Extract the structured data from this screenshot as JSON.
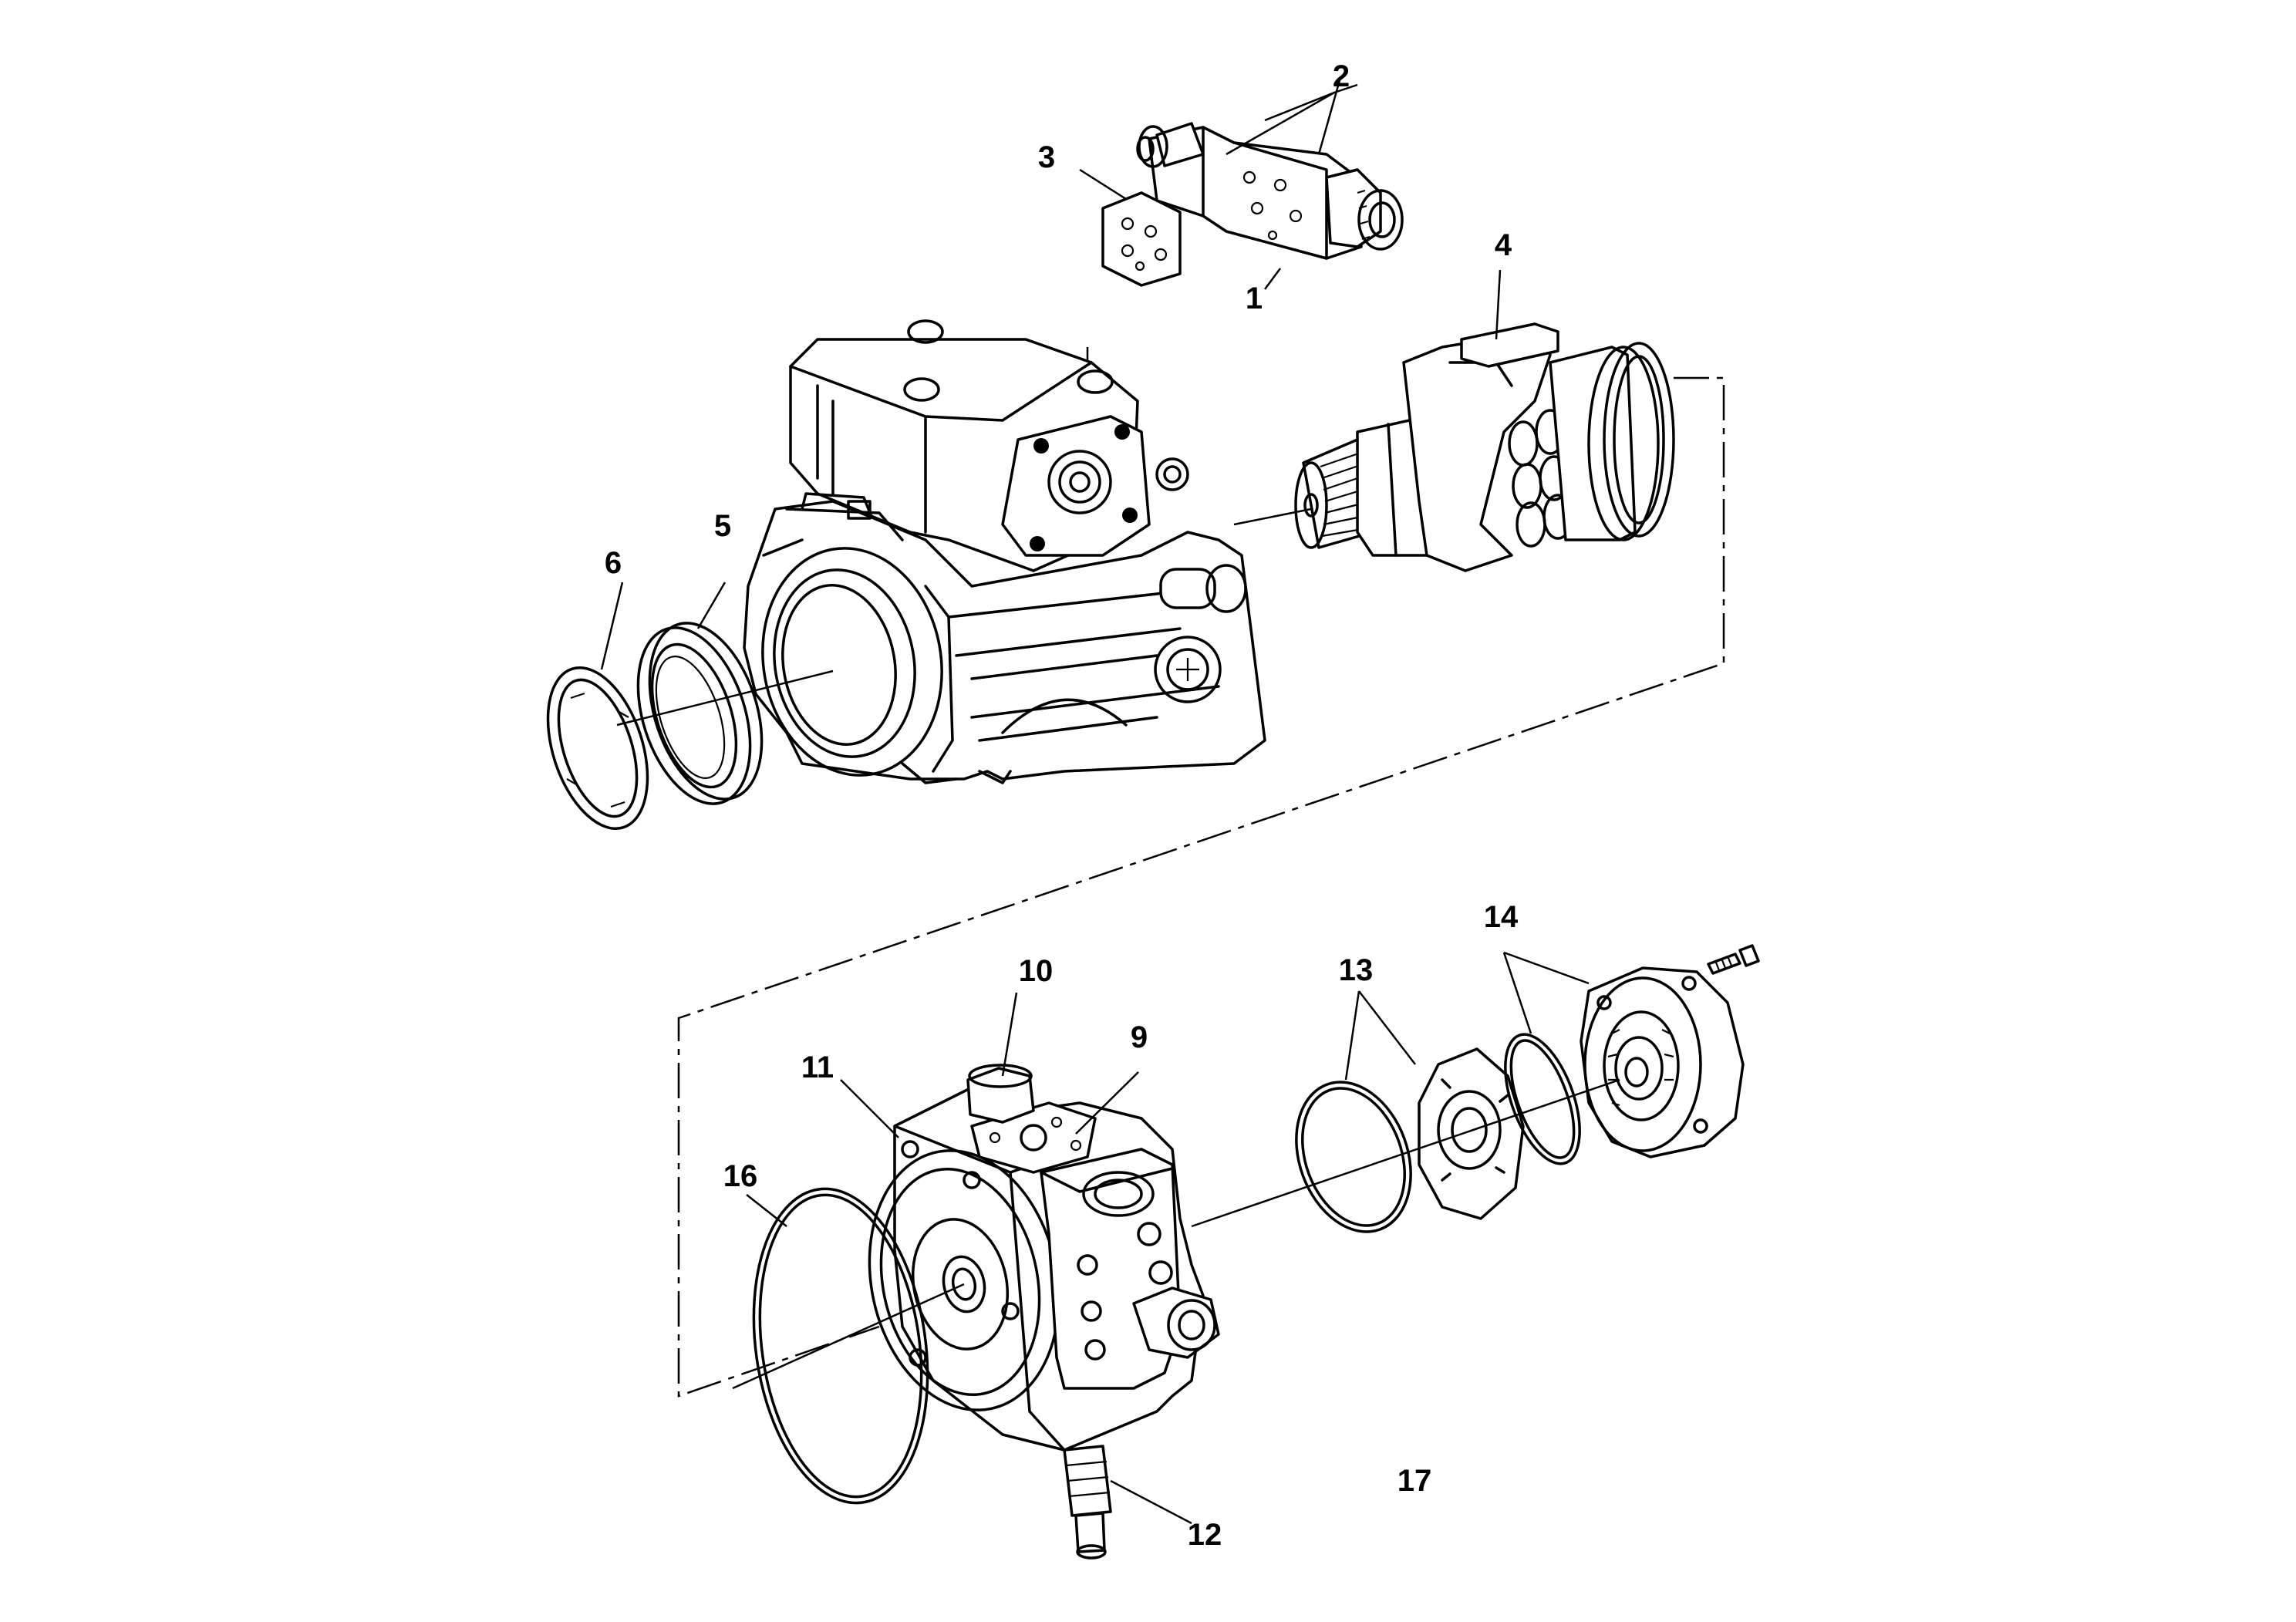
{
  "diagram": {
    "callouts": [
      {
        "id": "1",
        "label": "1"
      },
      {
        "id": "2",
        "label": "2"
      },
      {
        "id": "3",
        "label": "3"
      },
      {
        "id": "4",
        "label": "4"
      },
      {
        "id": "5",
        "label": "5"
      },
      {
        "id": "6",
        "label": "6"
      },
      {
        "id": "9",
        "label": "9"
      },
      {
        "id": "10",
        "label": "10"
      },
      {
        "id": "11",
        "label": "11"
      },
      {
        "id": "12",
        "label": "12"
      },
      {
        "id": "13",
        "label": "13"
      },
      {
        "id": "14",
        "label": "14"
      },
      {
        "id": "16",
        "label": "16"
      },
      {
        "id": "17",
        "label": "17"
      }
    ]
  }
}
